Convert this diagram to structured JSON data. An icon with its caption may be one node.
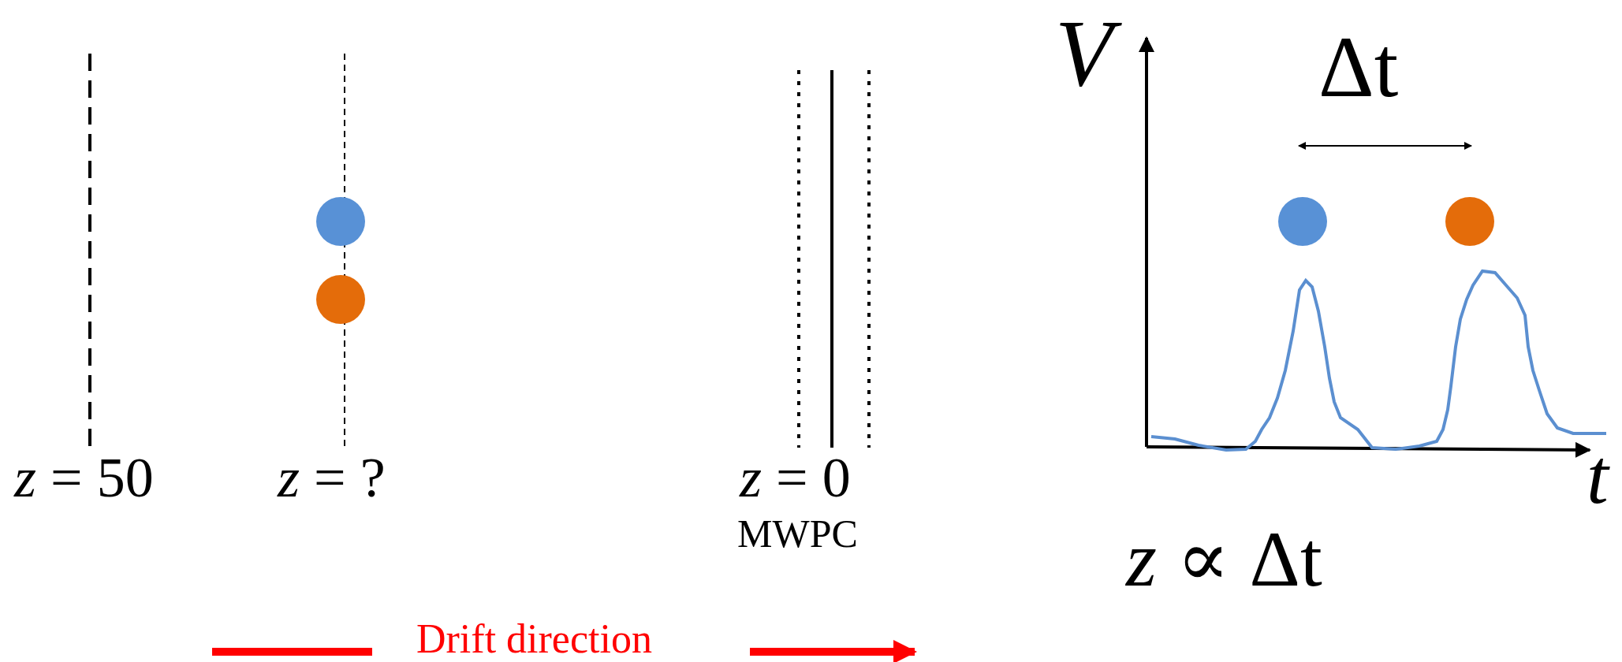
{
  "diagram": {
    "labels": [
      "*V*",
      "Δt",
      "*z* = 50",
      "*z* = ?",
      "*z* = 0",
      "MWPC",
      "*t*",
      "*z* ∝ Δt",
      "Drift direction"
    ]
  }
}
